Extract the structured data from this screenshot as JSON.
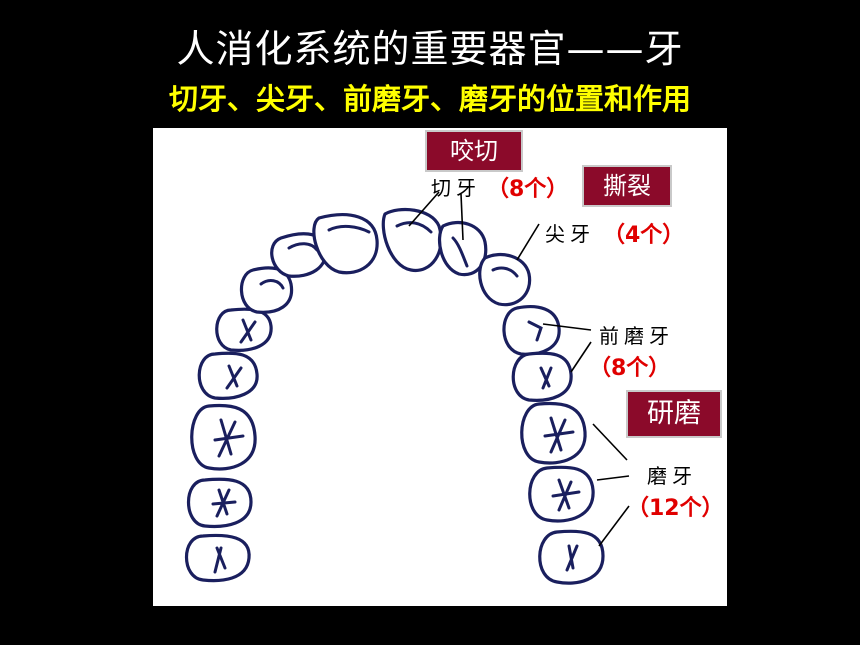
{
  "title": "人消化系统的重要器官——牙",
  "subtitle": "切牙、尖牙、前磨牙、磨牙的位置和作用",
  "function_boxes": {
    "bite": "咬切",
    "tear": "撕裂",
    "grind": "研磨"
  },
  "teeth_labels": {
    "incisor": {
      "name": "切牙",
      "count": "（8个）"
    },
    "canine": {
      "name": "尖牙",
      "count": "（4个）"
    },
    "premolar": {
      "name": "前磨牙",
      "count": "（8个）"
    },
    "molar": {
      "name": "磨牙",
      "count": "（12个）"
    }
  },
  "colors": {
    "background": "#000000",
    "title": "#ffffff",
    "subtitle": "#ffff00",
    "box_fill": "#8b0a2a",
    "count_text": "#e00000"
  }
}
